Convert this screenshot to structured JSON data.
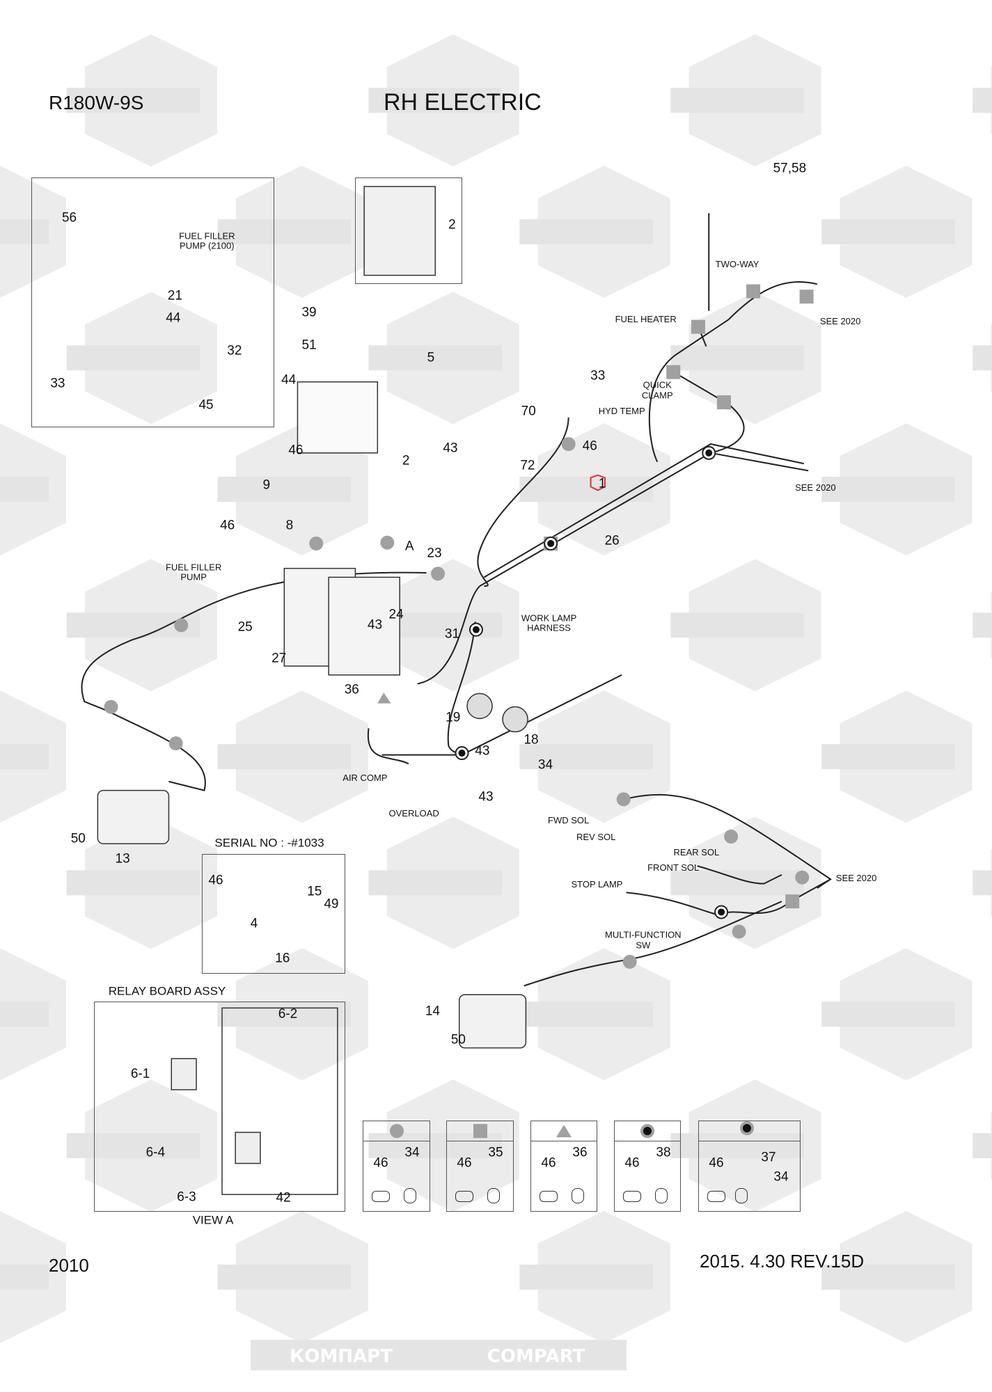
{
  "header": {
    "model": "R180W-9S",
    "title": "RH ELECTRIC"
  },
  "footer": {
    "page": "2010",
    "revision": "2015. 4.30  REV.15D"
  },
  "watermark": {
    "left_text": "КОМПАРТ",
    "right_text": "COMPART"
  },
  "sections": {
    "serial": "SERIAL NO : -#1033",
    "relay_board": "RELAY BOARD ASSY",
    "view": "VIEW A"
  },
  "callouts": [
    "56",
    "FUEL FILLER\nPUMP (2100)",
    "21",
    "44",
    "32",
    "33",
    "45",
    "2",
    "39",
    "51",
    "5",
    "44",
    "46",
    "2",
    "43",
    "70",
    "72",
    "33",
    "46",
    "9",
    "8",
    "46",
    "A",
    "23",
    "26",
    "1",
    "57,58",
    "TWO-WAY",
    "FUEL HEATER",
    "SEE 2020",
    "QUICK\nCLAMP",
    "HYD TEMP",
    "SEE 2020",
    "FUEL FILLER\nPUMP",
    "25",
    "24",
    "43",
    "31",
    "27",
    "36",
    "WORK LAMP\nHARNESS",
    "19",
    "18",
    "43",
    "34",
    "AIR COMP",
    "43",
    "OVERLOAD",
    "50",
    "13",
    "46",
    "15",
    "49",
    "4",
    "16",
    "FWD SOL",
    "REV SOL",
    "REAR SOL",
    "FRONT SOL",
    "STOP LAMP",
    "SEE 2020",
    "MULTI-FUNCTION\nSW",
    "14",
    "50",
    "6-2",
    "6-1",
    "6-4",
    "6-3",
    "42"
  ],
  "legend": [
    {
      "symbol": "circle",
      "parts": [
        "46",
        "34"
      ]
    },
    {
      "symbol": "square",
      "parts": [
        "46",
        "35"
      ]
    },
    {
      "symbol": "triangle",
      "parts": [
        "46",
        "36"
      ]
    },
    {
      "symbol": "dot-circle",
      "parts": [
        "46",
        "38"
      ]
    },
    {
      "symbol": "dot-square",
      "parts": [
        "46",
        "37",
        "34"
      ]
    }
  ],
  "colors": {
    "marker": "#a0a0a0",
    "line": "#222222",
    "watermark": "#e4e4e4",
    "highlight": "#e03030"
  }
}
